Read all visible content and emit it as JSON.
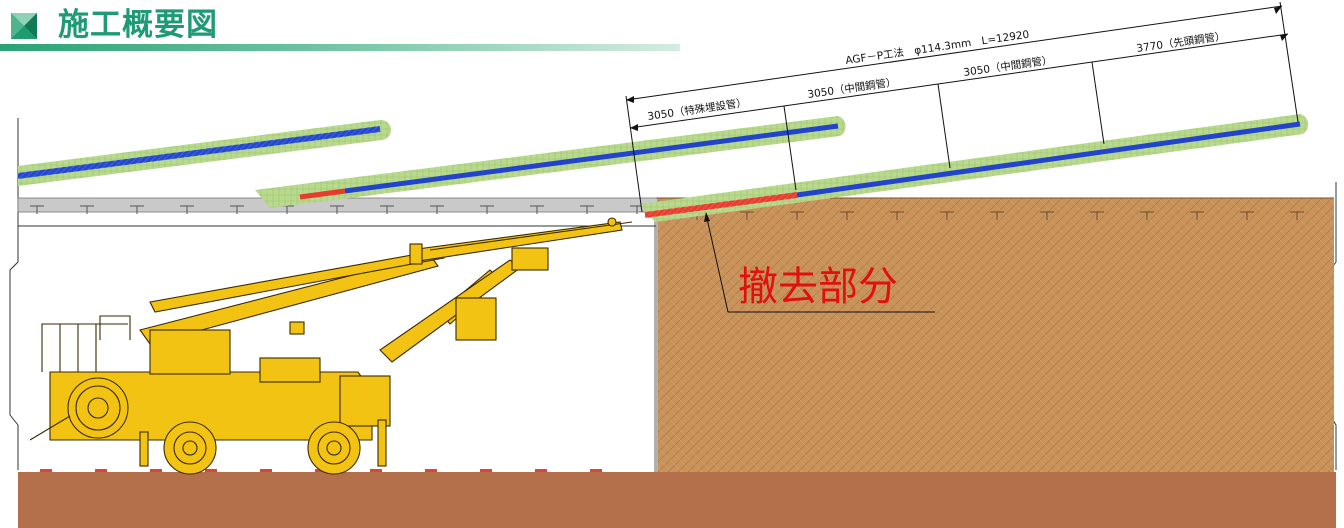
{
  "header": {
    "title": "施工概要図"
  },
  "method_label": "AGF－P工法　φ114.3mm　L=12920",
  "segments": [
    {
      "label": "3050（特殊埋設管）"
    },
    {
      "label": "3050（中間鋼管）"
    },
    {
      "label": "3050（中間鋼管）"
    },
    {
      "label": "3770（先頭鋼管）"
    }
  ],
  "removal_label": "撤去部分",
  "colors": {
    "title_green": "#1f9a77",
    "pipe_blue": "#2244cc",
    "grout_green": "#b6d98a",
    "removal_red": "#e63b2e",
    "soil_tan": "#c8925a",
    "ground_brown": "#b4704a",
    "machine_yellow": "#f2c313"
  }
}
